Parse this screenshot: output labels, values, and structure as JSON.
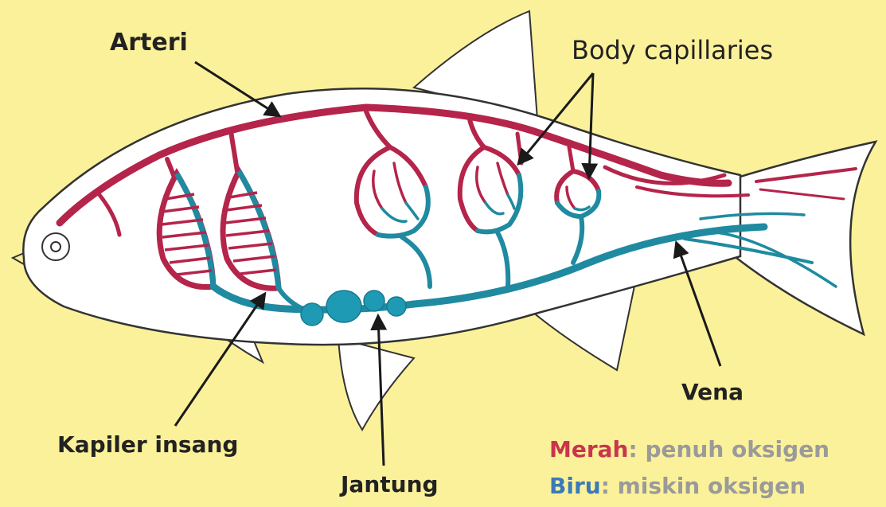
{
  "labels": {
    "arteri": "Arteri",
    "body_capillaries": "Body capillaries",
    "vena": "Vena",
    "kapiler_insang": "Kapiler insang",
    "jantung": "Jantung"
  },
  "legend": {
    "red_key": "Merah",
    "red_desc": ": penuh oksigen",
    "blue_key": "Biru",
    "blue_desc": ": miskin oksigen"
  },
  "colors": {
    "background": "#fbf19a",
    "oxygenated": "#b5244a",
    "deoxygenated": "#1f8aa0",
    "fish_body": "#ffffff",
    "outline": "#333333",
    "legend_red": "#c8354c",
    "legend_blue": "#3a7ab8"
  }
}
